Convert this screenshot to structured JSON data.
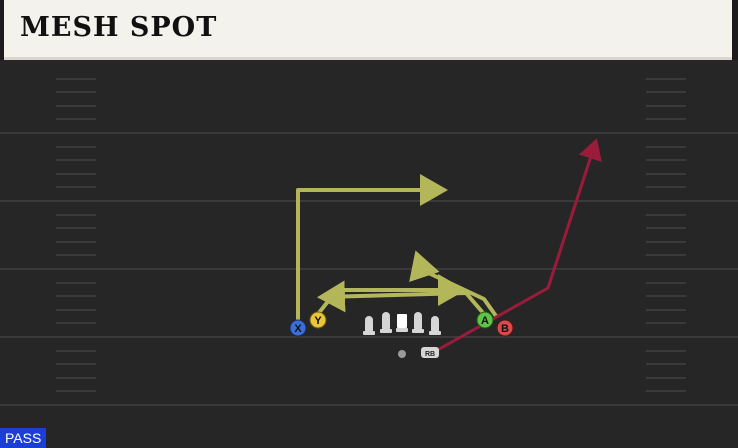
{
  "play": {
    "name": "MESH SPOT",
    "mode": "PASS"
  },
  "colors": {
    "field": "#262626",
    "yard_line": "#3a3a3a",
    "route_primary": "#b4b65a",
    "route_hot": "#9b1c3a",
    "x_icon": "#3b6fd8",
    "y_icon": "#e9c53a",
    "a_icon": "#5fc44a",
    "b_icon": "#d94a4a",
    "lineman": "#d6d6d6",
    "badge": "#1b3fd6"
  },
  "players": {
    "x": "X",
    "y": "Y",
    "a": "A",
    "b": "B",
    "rb": "RB"
  }
}
